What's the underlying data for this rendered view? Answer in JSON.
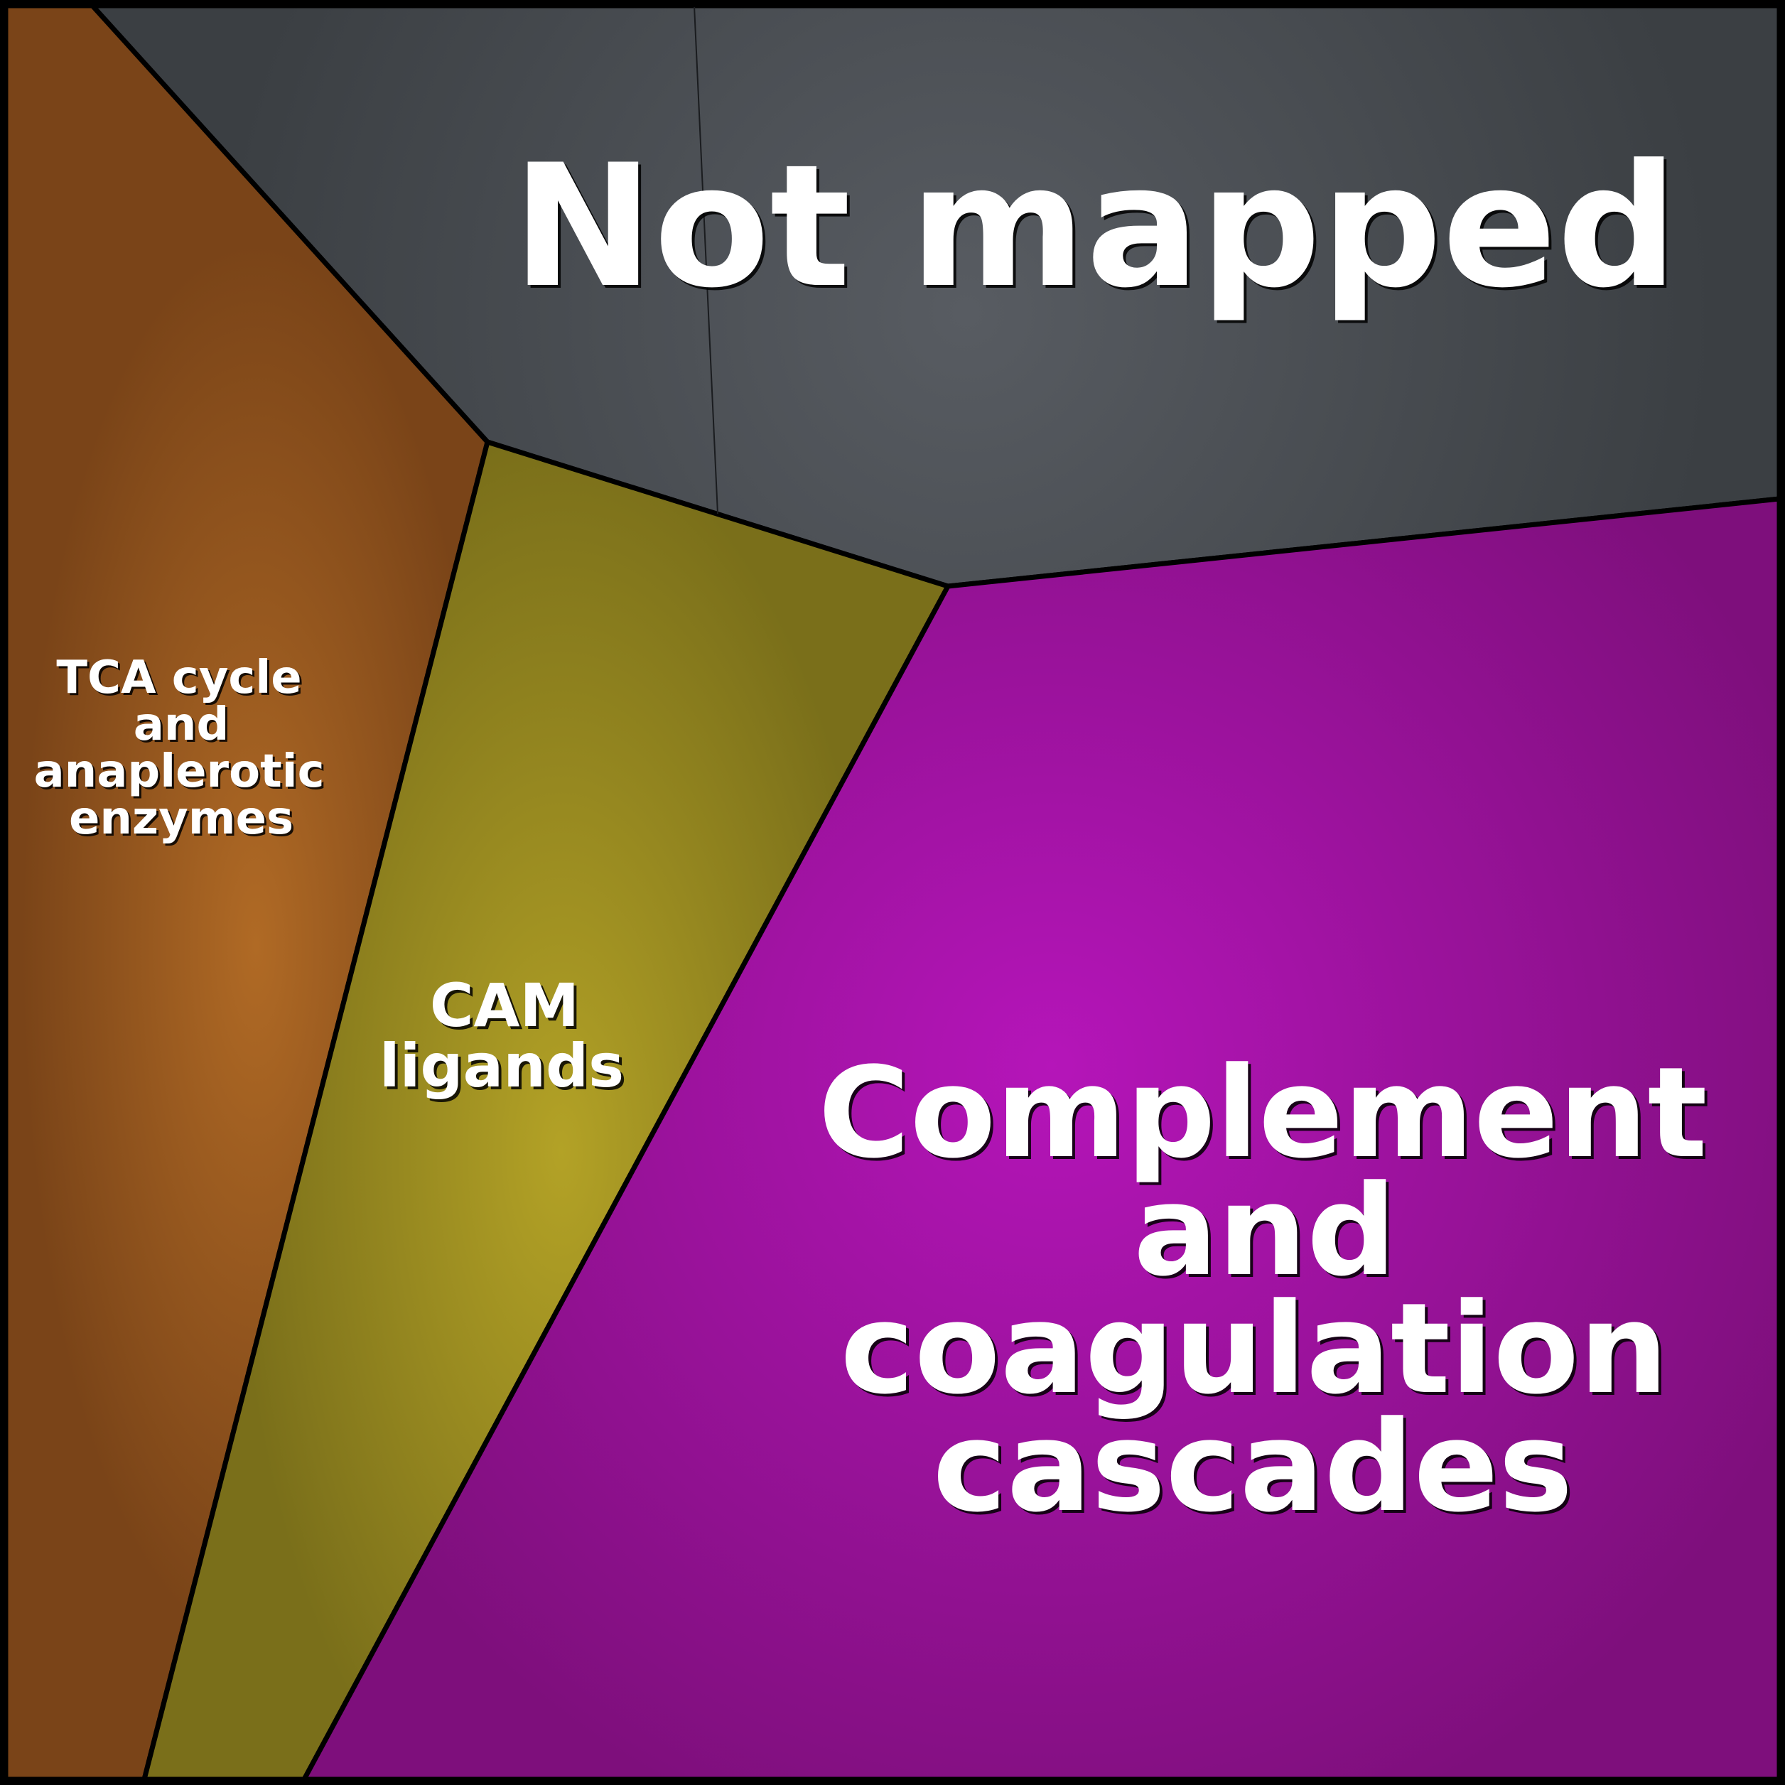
{
  "cells": [
    {
      "id": "not-mapped",
      "label_lines": [
        "Not mapped"
      ],
      "color_center": "#585c62",
      "color_edge": "#3b3f43"
    },
    {
      "id": "tca-cycle",
      "label_lines": [
        "TCA cycle",
        "and",
        "anaplerotic",
        "enzymes"
      ],
      "color_center": "#b06a25",
      "color_edge": "#7a4418"
    },
    {
      "id": "cam-ligands",
      "label_lines": [
        "CAM",
        "ligands"
      ],
      "color_center": "#b3a226",
      "color_edge": "#7a6f1a"
    },
    {
      "id": "complement-coagulation",
      "label_lines": [
        "Complement",
        "and",
        "coagulation",
        "cascades"
      ],
      "color_center": "#b515b9",
      "color_edge": "#7e0f7c"
    }
  ]
}
